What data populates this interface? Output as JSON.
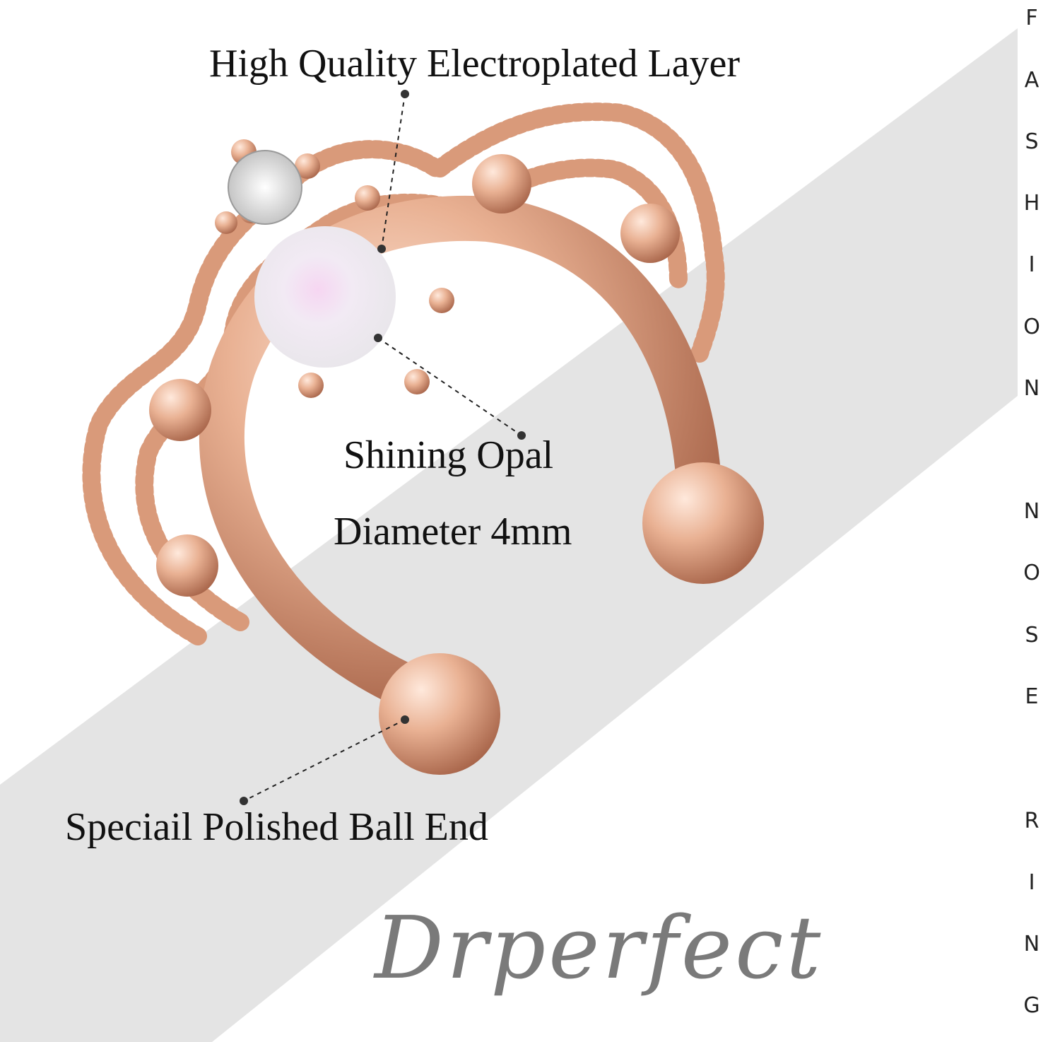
{
  "callouts": {
    "layer": "High Quality Electroplated Layer",
    "opal": "Shining Opal",
    "diameter": "Diameter 4mm",
    "ball_end": "Speciail Polished Ball End"
  },
  "brand": "Drperfect",
  "vertical_letters": [
    "F",
    "A",
    "S",
    "H",
    "I",
    "O",
    "N",
    "N",
    "O",
    "S",
    "E",
    "R",
    "I",
    "N",
    "G"
  ],
  "colors": {
    "band": "#e4e4e4",
    "rose_gold": "#e7ad8c",
    "rose_gold_dark": "#b87456",
    "opal": "#f3eef3",
    "text": "#111111",
    "brand": "#7a7a7a"
  }
}
